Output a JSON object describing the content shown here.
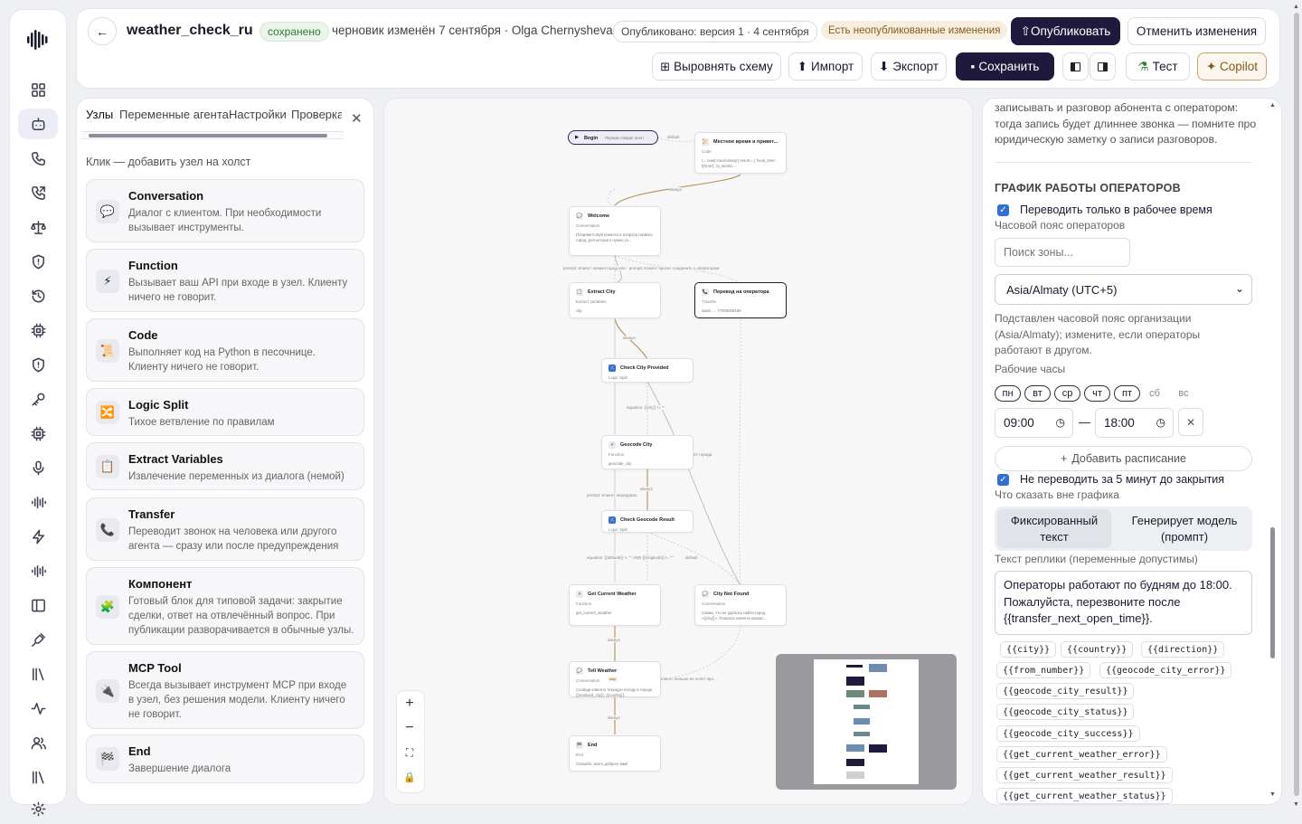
{
  "header": {
    "back_icon": "arrow-left-icon",
    "title": "weather_check_ru",
    "saved_badge": "сохранено",
    "draft_info": "черновик изменён 7 сентября · Olga Chernysheva",
    "published_badge": "Опубликовано: версия 1 · 4 сентября",
    "unpublished_badge": "Есть неопубликованные изменения",
    "publish_label": "⇧Опубликовать",
    "discard_label": "Отменить изменения",
    "align_label": "Выровнять схему",
    "import_label": "Импорт",
    "export_label": "Экспорт",
    "save_label": "Сохранить",
    "test_label": "Тест",
    "copilot_label": "✦ Copilot"
  },
  "left": {
    "tabs": [
      "Узлы",
      "Переменные агента",
      "Настройки",
      "Проверка"
    ],
    "hint": "Клик — добавить узел на холст",
    "cards": [
      {
        "icon": "chat-icon",
        "glyph": "💬",
        "title": "Conversation",
        "desc": "Диалог с клиентом. При необходимости вызывает инструменты."
      },
      {
        "icon": "lightning-icon",
        "glyph": "⚡",
        "title": "Function",
        "desc": "Вызывает ваш API при входе в узел. Клиенту ничего не говорит."
      },
      {
        "icon": "scroll-icon",
        "glyph": "📜",
        "title": "Code",
        "desc": "Выполняет код на Python в песочнице. Клиенту ничего не говорит."
      },
      {
        "icon": "split-icon",
        "glyph": "🔀",
        "title": "Logic Split",
        "desc": "Тихое ветвление по правилам"
      },
      {
        "icon": "clipboard-icon",
        "glyph": "📋",
        "title": "Extract Variables",
        "desc": "Извлечение переменных из диалога (немой)"
      },
      {
        "icon": "phone-icon",
        "glyph": "📞",
        "title": "Transfer",
        "desc": "Переводит звонок на человека или другого агента — сразу или после предупреждения"
      },
      {
        "icon": "puzzle-icon",
        "glyph": "🧩",
        "title": "Компонент",
        "desc": "Готовый блок для типовой задачи: закрытие сделки, ответ на отвлечённый вопрос. При публикации разворачивается в обычные узлы."
      },
      {
        "icon": "plug-icon",
        "glyph": "🔌",
        "title": "MCP Tool",
        "desc": "Всегда вызывает инструмент MCP при входе в узел, без решения модели. Клиенту ничего не говорит."
      },
      {
        "icon": "flag-icon",
        "glyph": "🏁",
        "title": "End",
        "desc": "Завершение диалога"
      }
    ]
  },
  "canvas": {
    "begin": "Begin",
    "begin_sub": "Первым говорит агент",
    "nodes": [
      {
        "title": "Местное время и привет...",
        "kind": "Code",
        "desc": "t = now('Asia/Almaty') result = { 'local_time': t['time'], 'is_workd..."
      },
      {
        "title": "Welcome",
        "kind": "Conversation",
        "desc": "Поприветствуй клиента и попроси назвать город, для которого нужно уз..."
      },
      {
        "title": "Extract City",
        "kind": "Extract Variables",
        "desc": "city"
      },
      {
        "title": "Перевод на оператора",
        "kind": "Transfer",
        "desc": "warm → 77000000199"
      },
      {
        "title": "Check City Provided",
        "kind": "Logic Split",
        "desc": ""
      },
      {
        "title": "Geocode City",
        "kind": "Function",
        "desc": "geocode_city"
      },
      {
        "title": "Check Geocode Result",
        "kind": "Logic Split",
        "desc": ""
      },
      {
        "title": "Get Current Weather",
        "kind": "Function",
        "desc": "get_current_weather"
      },
      {
        "title": "City Not Found",
        "kind": "Conversation",
        "desc": "Скажи, что не удалось найти город «{{city}}». Попроси клиента назват..."
      },
      {
        "title": "Tell Weather",
        "kind": "Conversation",
        "desc": "Сообщи клиенту текущую погоду в городе {{resolved_city}}, {{country}}..."
      },
      {
        "title": "End",
        "kind": "End",
        "desc": "Спасибо, всего доброго вам!"
      }
    ],
    "edges": {
      "default": "default",
      "always": "always",
      "prompt_pair": "prompt: Клиент назвал город или · prompt: Клиент просит соединить с оператором",
      "eq_city": "equation: {{city}} != \"\"",
      "no_city": "нет города",
      "prompt_geo": "prompt: Клиент передумал",
      "eq_geo": "equation: {{latitude}} != \"\" AND {{longitude}} != \"\"",
      "no_more": "клиент больше не хочет про..."
    },
    "tell_badge": "skip",
    "zoom_in": "+",
    "zoom_out": "−"
  },
  "right": {
    "intro": "записывать и разговор абонента с оператором: тогда запись будет длиннее звонка — помните про юридическую заметку о записи разговоров.",
    "section_title": "ГРАФИК РАБОТЫ ОПЕРАТОРОВ",
    "only_working_hours": "Переводить только в рабочее время",
    "tz_label": "Часовой пояс операторов",
    "tz_search_placeholder": "Поиск зоны...",
    "tz_value": "Asia/Almaty (UTC+5)",
    "tz_hint": "Подставлен часовой пояс организации (Asia/Almaty); измените, если операторы работают в другом.",
    "hours_label": "Рабочие часы",
    "days": [
      "пн",
      "вт",
      "ср",
      "чт",
      "пт",
      "сб",
      "вс"
    ],
    "time_from": "09:00",
    "time_to": "18:00",
    "dash": "—",
    "add_schedule": "Добавить расписание",
    "no_transfer_before_close": "Не переводить за 5 минут до закрытия",
    "outside_label": "Что сказать вне графика",
    "seg_fixed": "Фиксированный текст",
    "seg_generate": "Генерирует модель (промпт)",
    "reply_label": "Текст реплики (переменные допустимы)",
    "reply_text": "Операторы работают по будням до 18:00. Пожалуйста, перезвоните после {{transfer_next_open_time}}.",
    "vars": [
      "{{city}}",
      "{{country}}",
      "{{direction}}",
      "{{from_number}}",
      "{{geocode_city_error}}",
      "{{geocode_city_result}}",
      "{{geocode_city_status}}",
      "{{geocode_city_success}}",
      "{{get_current_weather_error}}",
      "{{get_current_weather_result}}",
      "{{get_current_weather_status}}"
    ]
  },
  "colors": {
    "accent_dark": "#1f1a3d",
    "saved_green": "#2e7d32",
    "warn_bg": "#f6eedf",
    "copilot": "#b07a2a",
    "checkbox": "#2f6fd6"
  }
}
